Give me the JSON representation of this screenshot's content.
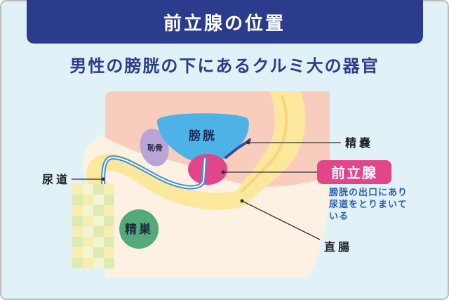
{
  "title": "前立腺の位置",
  "subtitle": "男性の膀胱の下にあるクルミ大の器官",
  "labels": {
    "bladder": "膀胱",
    "pubic_bone": "恥骨",
    "testis": "精巣",
    "urethra": "尿道",
    "seminal_vesicle": "精嚢",
    "prostate": "前立腺",
    "prostate_note": [
      "膀胱の出口にあり",
      "尿道をとりまいて",
      "いる"
    ],
    "rectum": "直腸"
  },
  "colors": {
    "background": "#e0f1f8",
    "title_bar": "#2b3c8d",
    "title_text": "#ffffff",
    "subtitle_text": "#2b3c8d",
    "body_base": "#fdf1e3",
    "body_cavity": "#f8cdbd",
    "spine": "#fbe89c",
    "bladder": "#4db3e6",
    "prostate": "#e1468b",
    "pubic_bone": "#b8a5d6",
    "testis": "#55aa7c",
    "urethra": "#3d8fd6",
    "seminal_vesicle": "#3a4aa0",
    "note_text": "#2d5fae"
  }
}
